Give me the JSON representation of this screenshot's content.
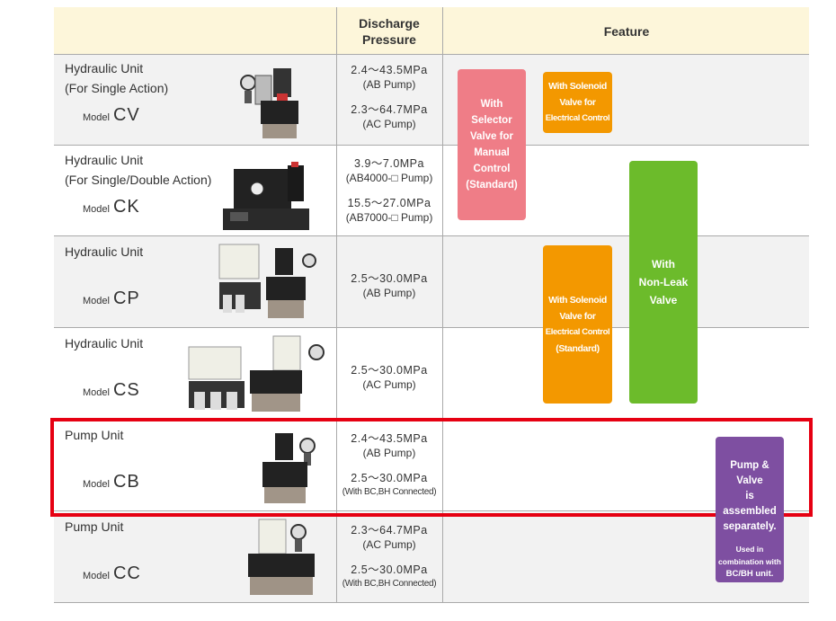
{
  "header": {
    "pressure_title_line1": "Discharge",
    "pressure_title_line2": "Pressure",
    "feature_title": "Feature"
  },
  "rows": [
    {
      "name_lines": [
        "Hydraulic Unit",
        "(For Single Action)"
      ],
      "model_label": "Model",
      "model_code": "CV",
      "pressures": [
        {
          "value": "2.4〜43.5MPa",
          "note": "(AB Pump)"
        },
        {
          "value": "2.3〜64.7MPa",
          "note": "(AC Pump)"
        }
      ]
    },
    {
      "name_lines": [
        "Hydraulic Unit",
        "(For Single/Double Action)"
      ],
      "model_label": "Model",
      "model_code": "CK",
      "pressures": [
        {
          "value": "3.9〜7.0MPa",
          "note": "(AB4000-□ Pump)"
        },
        {
          "value": "15.5〜27.0MPa",
          "note": "(AB7000-□ Pump)"
        }
      ]
    },
    {
      "name_lines": [
        "Hydraulic Unit"
      ],
      "model_label": "Model",
      "model_code": "CP",
      "pressures": [
        {
          "value": "2.5〜30.0MPa",
          "note": "(AB Pump)"
        }
      ]
    },
    {
      "name_lines": [
        "Hydraulic Unit"
      ],
      "model_label": "Model",
      "model_code": "CS",
      "pressures": [
        {
          "value": "2.5〜30.0MPa",
          "note": "(AC Pump)"
        }
      ]
    },
    {
      "name_lines": [
        "Pump Unit"
      ],
      "model_label": "Model",
      "model_code": "CB",
      "pressures": [
        {
          "value": "2.4〜43.5MPa",
          "note": "(AB Pump)"
        },
        {
          "value": "2.5〜30.0MPa",
          "note": "(With BC,BH Connected)"
        }
      ]
    },
    {
      "name_lines": [
        "Pump Unit"
      ],
      "model_label": "Model",
      "model_code": "CC",
      "pressures": [
        {
          "value": "2.3〜64.7MPa",
          "note": "(AC Pump)"
        },
        {
          "value": "2.5〜30.0MPa",
          "note": "(With BC,BH Connected)"
        }
      ]
    }
  ],
  "features": {
    "selector_valve": {
      "lines": [
        "With Selector",
        "Valve for",
        "Manual",
        "Control",
        "(Standard)"
      ],
      "color": "#ef7d87"
    },
    "solenoid_cv": {
      "lines": [
        "With Solenoid",
        "Valve for",
        "Electrical Control"
      ],
      "color": "#f39800"
    },
    "non_leak": {
      "lines": [
        "With",
        "Non-Leak",
        "Valve"
      ],
      "color": "#6cbb2b"
    },
    "solenoid_std": {
      "lines": [
        "With Solenoid",
        "Valve for",
        "Electrical Control",
        "(Standard)"
      ],
      "color": "#f39800"
    },
    "pump_valve": {
      "lines": [
        "Pump & Valve",
        "is assembled",
        "separately."
      ],
      "sub_lines": [
        "Used in",
        "combination with",
        "BC/BH unit."
      ],
      "color": "#7e4fa1"
    }
  },
  "colors": {
    "header_bg": "#fdf6da",
    "alt_row_bg": "#f2f2f2",
    "highlight_border": "#e60012"
  }
}
